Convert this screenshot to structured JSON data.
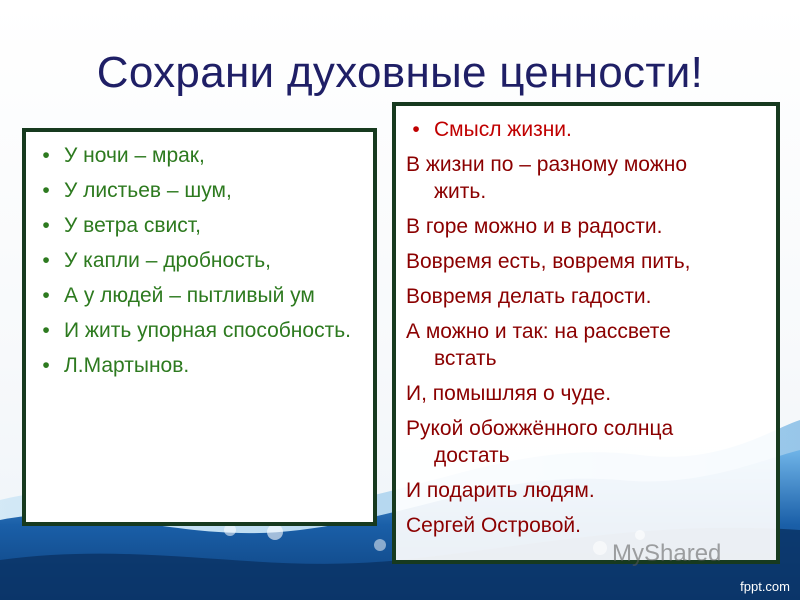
{
  "title": "Сохрани духовные ценности!",
  "left_box": {
    "items": [
      "У ночи – мрак,",
      "У листьев – шум,",
      "У ветра свист,",
      "У капли – дробность,",
      "А у людей – пытливый ум",
      "И жить упорная способность.",
      "Л.Мартынов."
    ],
    "bullet": "•"
  },
  "right_box": {
    "heading": "Смысл жизни.",
    "bullet": "•",
    "lines": [
      [
        "В жизни по – разному можно",
        "жить."
      ],
      [
        "В горе можно и в радости."
      ],
      [
        "Вовремя есть, вовремя пить,"
      ],
      [
        "Вовремя делать гадости."
      ],
      [
        "А можно и так:  на рассвете",
        "встать"
      ],
      [
        "И, помышляя о чуде."
      ],
      [
        "Рукой обожжённого солнца",
        "достать"
      ],
      [
        "И подарить людям."
      ],
      [
        "Сергей Островой."
      ]
    ]
  },
  "watermark": "MyShared",
  "brand": "fppt.com",
  "colors": {
    "title": "#1f1f66",
    "left_text": "#2d7a1f",
    "right_heading": "#c00000",
    "right_text": "#8b0000",
    "box_border": "#173a1f",
    "water": "#1a5fa8"
  }
}
